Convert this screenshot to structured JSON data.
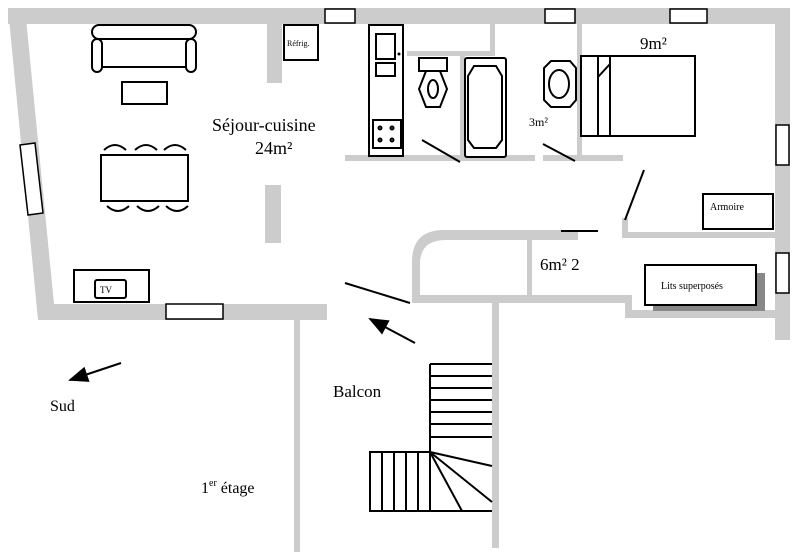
{
  "rooms": {
    "sejour_name": "Séjour-cuisine",
    "sejour_area": "24m²",
    "bedroom_area": "9m²",
    "bathroom_area": "3m²",
    "room2_area": "6m² 2"
  },
  "furniture": {
    "fridge": "Réfrig.",
    "tv": "TV",
    "wardrobe": "Armoire",
    "bunk_beds": "Lits superposés"
  },
  "labels": {
    "balcony": "Balcon",
    "south": "Sud",
    "floor_prefix": "1",
    "floor_sup": "er",
    "floor_suffix": " étage"
  },
  "colors": {
    "wall": "#cccccc",
    "line": "#000000",
    "shadow": "#888888"
  }
}
